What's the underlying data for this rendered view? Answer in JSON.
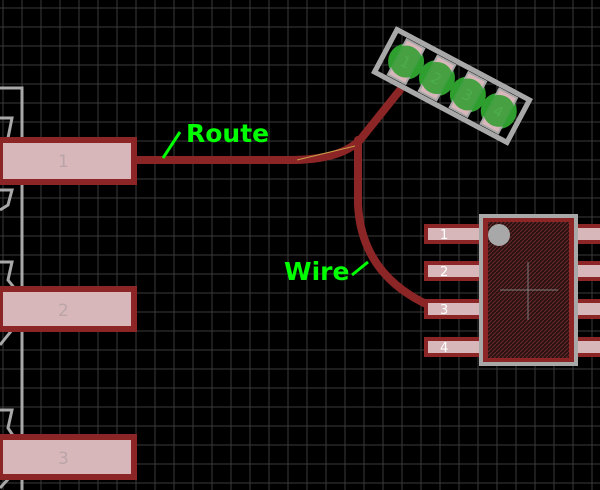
{
  "colors": {
    "background": "#000000",
    "grid": "#3a3a3a",
    "trace": "#8c2525",
    "pad_fill": "#d8b7bb",
    "pad_outline": "#8c2525",
    "silkscreen": "#a8a8a8",
    "annotation": "#00ff00",
    "led_green": "#2e9e2e"
  },
  "connector_pads": [
    {
      "label": "1"
    },
    {
      "label": "2"
    },
    {
      "label": "3"
    }
  ],
  "chip_pins": [
    {
      "label": "1"
    },
    {
      "label": "2"
    },
    {
      "label": "3"
    },
    {
      "label": "4"
    }
  ],
  "led_pads": [
    {
      "label": "1"
    },
    {
      "label": "2"
    },
    {
      "label": "3"
    },
    {
      "label": "4"
    }
  ],
  "annotations": {
    "route": "Route",
    "wire": "Wire"
  }
}
